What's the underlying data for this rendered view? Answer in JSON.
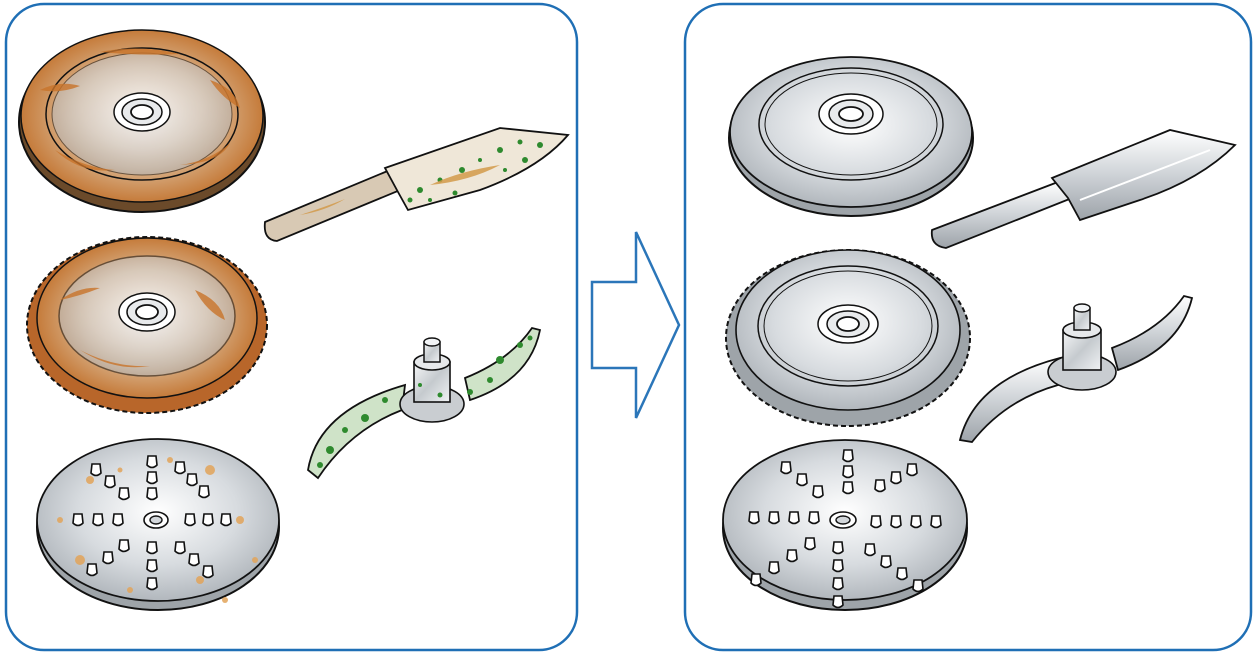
{
  "panels": [
    {
      "id": "before",
      "state": "dirty",
      "items": [
        "slicer-blade",
        "santoku-knife",
        "serrated-blade",
        "chopper-blade",
        "grater-disc"
      ]
    },
    {
      "id": "after",
      "state": "clean",
      "items": [
        "slicer-blade",
        "santoku-knife",
        "serrated-blade",
        "chopper-blade",
        "grater-disc"
      ]
    }
  ],
  "colors": {
    "frame": "#1f6fb5",
    "arrow": "#2b76b9",
    "rust": "#c9742a",
    "rust_light": "#e2a45a",
    "stain_green": "#2e8a2e",
    "steel_light": "#f2f4f6",
    "steel_mid": "#b9bec4",
    "steel_dark": "#8d9398",
    "outline": "#111111"
  },
  "icons": {
    "arrow": "right-arrow-icon"
  }
}
